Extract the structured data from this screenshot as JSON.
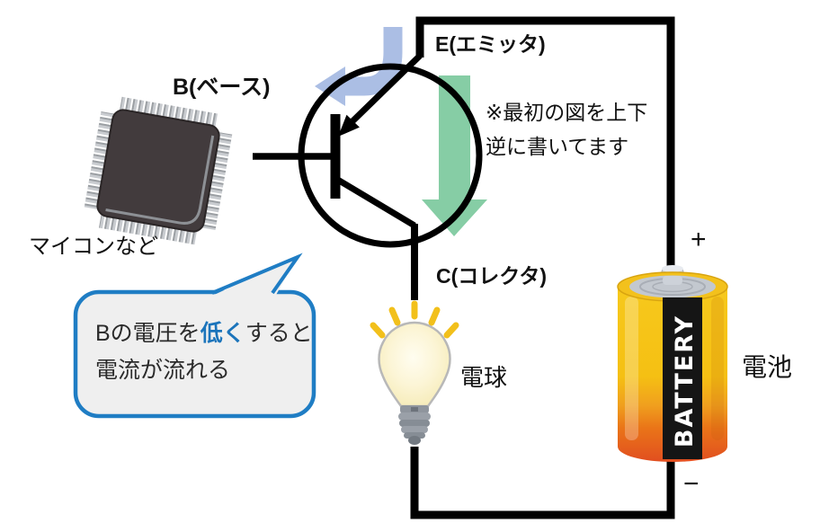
{
  "labels": {
    "base_label": "B(ベース)",
    "emitter_label": "E(エミッタ)",
    "collector_label": "C(コレクタ)",
    "note_line1": "※最初の図を上下",
    "note_line2": "逆に書いてます",
    "micro_caption": "マイコンなど",
    "bulb_caption": "電球",
    "battery_caption": "電池",
    "plus_sign": "+",
    "minus_sign": "−",
    "battery_brand": "BATTERY"
  },
  "callout": {
    "line1_pre": "Bの電圧を",
    "line1_highlight": "低く",
    "line1_post": "すると",
    "line2": "電流が流れる"
  },
  "colors": {
    "arrow-blue": "#a7bbe3",
    "arrow-green": "#80cba0",
    "callout-border": "#1f7dc4",
    "callout-fill": "#efefef",
    "highlight-blue": "#1b74bb",
    "wire-black": "#000000"
  }
}
